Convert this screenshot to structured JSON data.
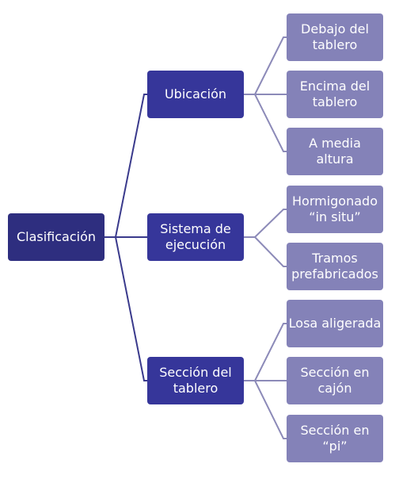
{
  "root": {
    "label": "Clasificación"
  },
  "branches": [
    {
      "label": "Ubicación",
      "children": [
        "Debajo del\ntablero",
        "Encima del\ntablero",
        "A media\naltura"
      ]
    },
    {
      "label": "Sistema de\nejecución",
      "children": [
        "Hormigonado\n“in situ”",
        "Tramos\nprefabricados"
      ]
    },
    {
      "label": "Sección del\ntablero",
      "children": [
        "Losa aligerada",
        "Sección en\ncajón",
        "Sección en\n“pi”"
      ]
    }
  ],
  "colors": {
    "root": "#2e2e7f",
    "level1": "#36369a",
    "level2": "#8482b8",
    "connector_main": "#3a3a8c",
    "connector_leaf": "#8c8ab8"
  }
}
